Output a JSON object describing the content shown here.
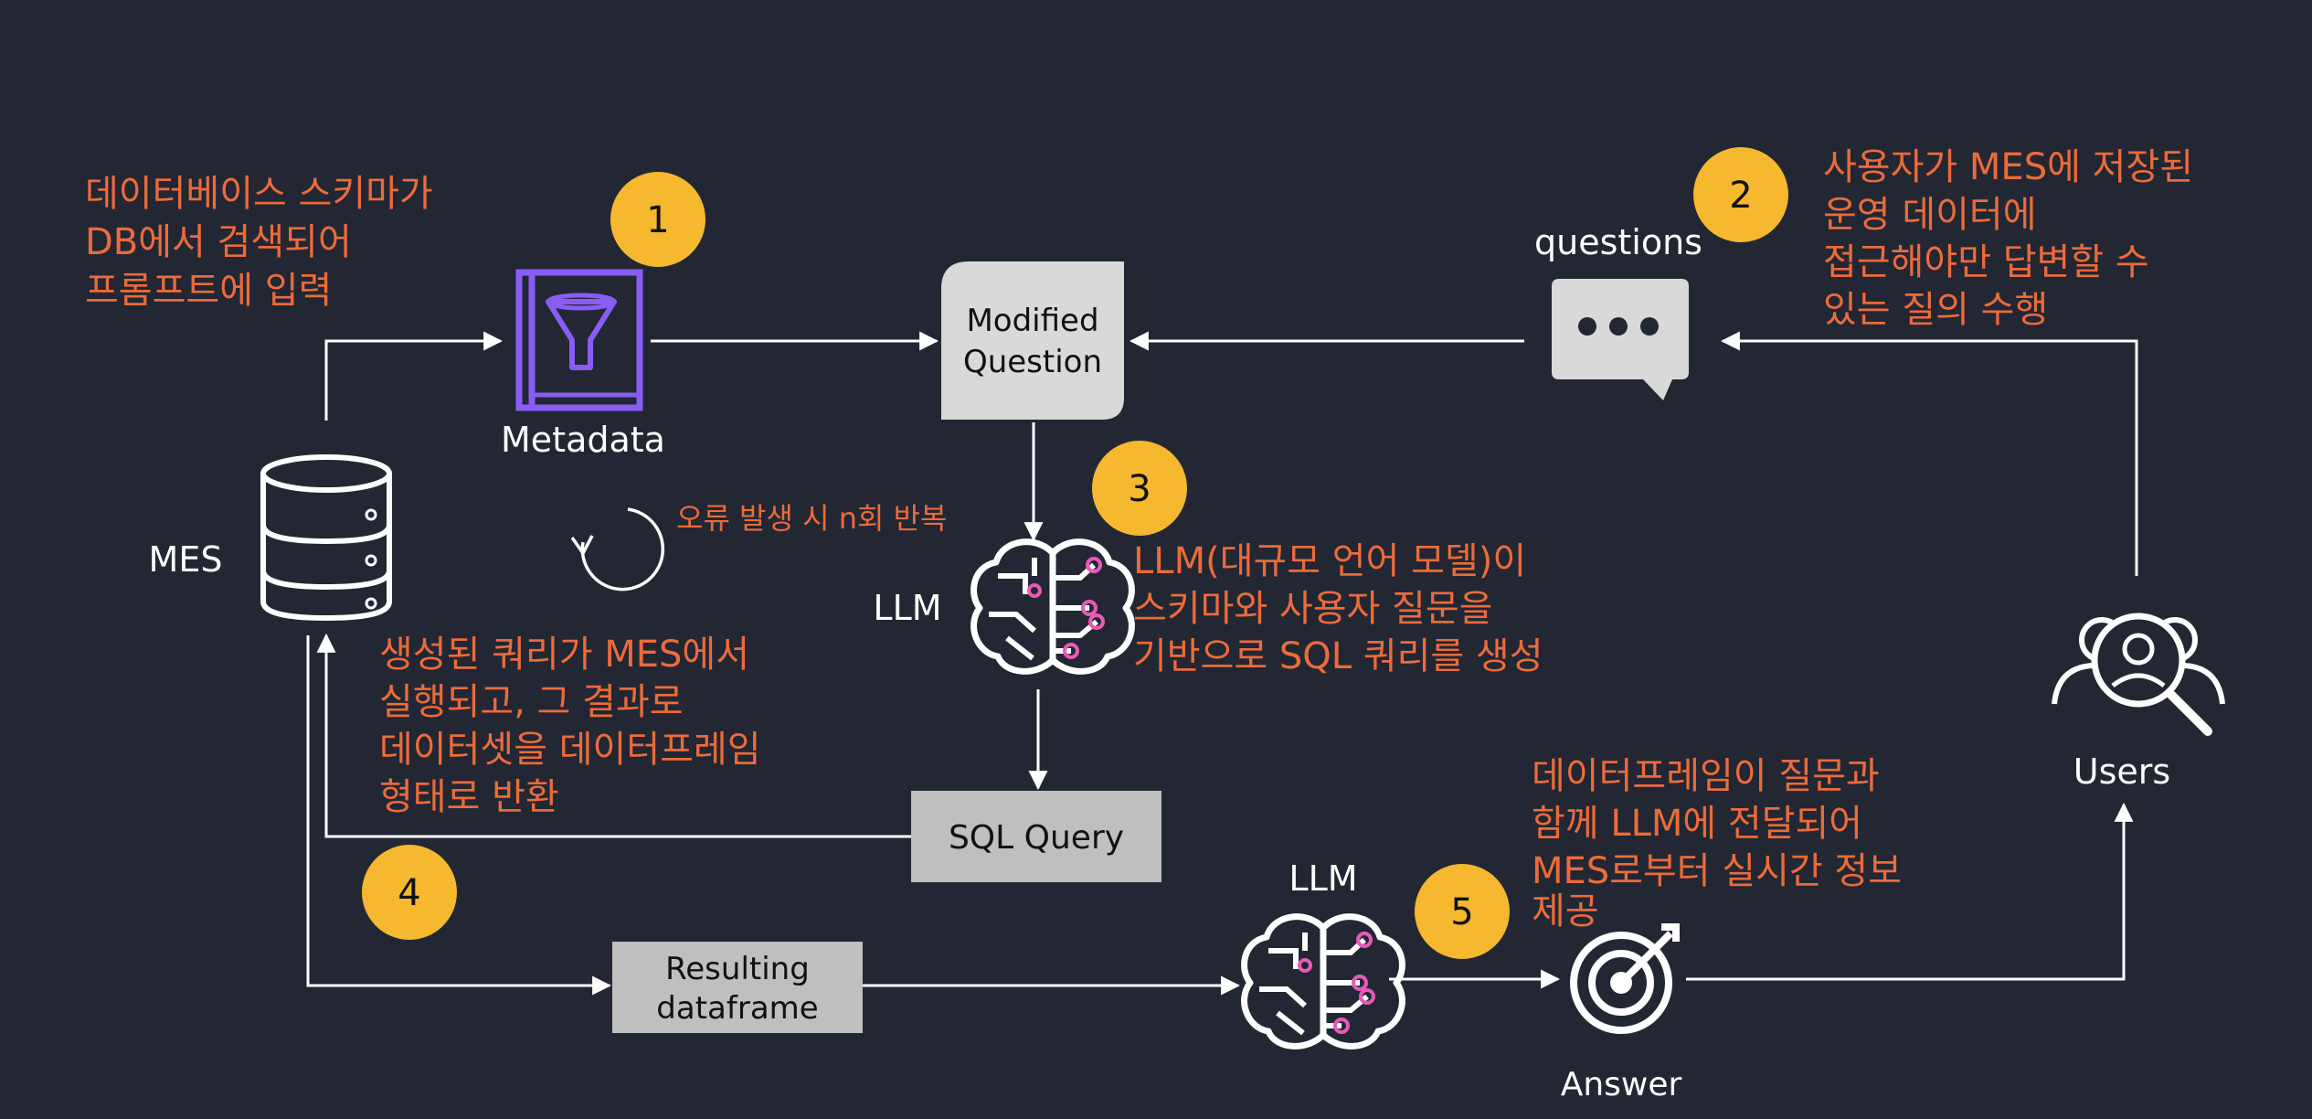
{
  "colors": {
    "background": "#222733",
    "note_text": "#ec6b3b",
    "badge": "#f5b82e",
    "box_fill": "#d9d9d9",
    "box_fill_dark": "#bfbfbf",
    "metadata_icon": "#8a5cf6",
    "circuit_dot": "#e85ab6",
    "lines": "#ffffff"
  },
  "nodes": {
    "mes": "MES",
    "metadata": "Metadata",
    "modified_question_l1": "Modified",
    "modified_question_l2": "Question",
    "questions": "questions",
    "llm_top": "LLM",
    "sql_query": "SQL Query",
    "resulting_l1": "Resulting",
    "resulting_l2": "dataframe",
    "llm_bottom": "LLM",
    "answer": "Answer",
    "users": "Users"
  },
  "badges": [
    "1",
    "2",
    "3",
    "4",
    "5"
  ],
  "notes": {
    "step1": [
      "데이터베이스 스키마가",
      "DB에서 검색되어",
      "프롬프트에 입력"
    ],
    "step2": [
      "사용자가 MES에 저장된",
      "운영 데이터에",
      "접근해야만 답변할 수",
      "있는 질의 수행"
    ],
    "step3": [
      "LLM(대규모 언어 모델)이",
      "스키마와 사용자 질문을",
      "기반으로 SQL 쿼리를 생성"
    ],
    "step4": [
      "생성된 쿼리가 MES에서",
      "실행되고, 그 결과로",
      "데이터셋을 데이터프레임",
      "형태로 반환"
    ],
    "step5": [
      "데이터프레임이 질문과",
      "함께 LLM에 전달되어",
      "MES로부터 실시간 정보",
      "제공"
    ],
    "retry": "오류 발생 시 n회 반복"
  },
  "icons": [
    "database-icon",
    "metadata-filter-icon",
    "chat-bubble-icon",
    "brain-icon",
    "brain-icon",
    "target-icon",
    "users-search-icon",
    "retry-arrow-icon"
  ]
}
